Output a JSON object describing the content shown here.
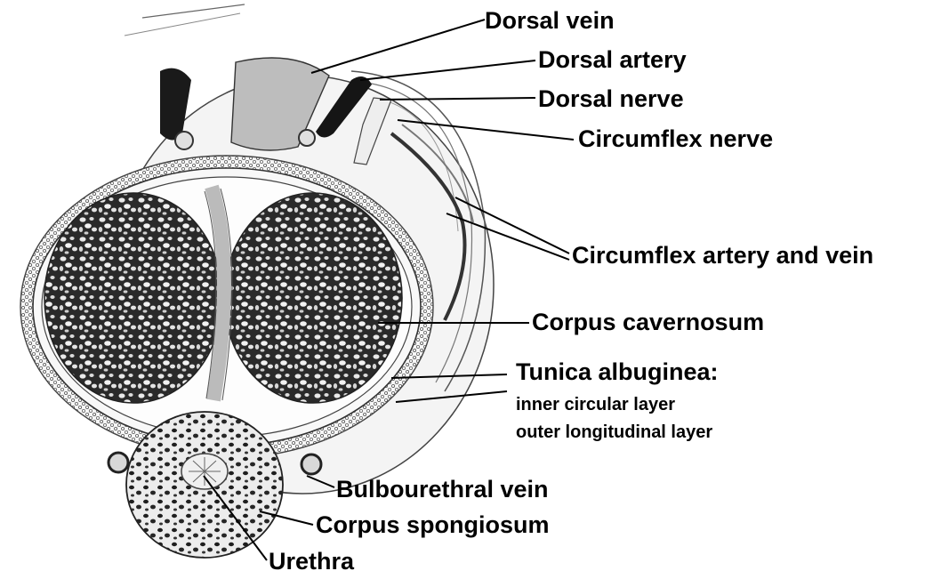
{
  "labels": {
    "dorsal_vein": "Dorsal vein",
    "dorsal_artery": "Dorsal artery",
    "dorsal_nerve": "Dorsal nerve",
    "circumflex_nerve": "Circumflex nerve",
    "circumflex_artery_vein": "Circumflex artery and vein",
    "corpus_cavernosum": "Corpus cavernosum",
    "tunica_albuginea": "Tunica albuginea:",
    "inner_circular_layer": "inner circular layer",
    "outer_longitudinal_layer": "outer longitudinal layer",
    "bulbourethral_vein": "Bulbourethral vein",
    "corpus_spongiosum": "Corpus spongiosum",
    "urethra": "Urethra"
  }
}
